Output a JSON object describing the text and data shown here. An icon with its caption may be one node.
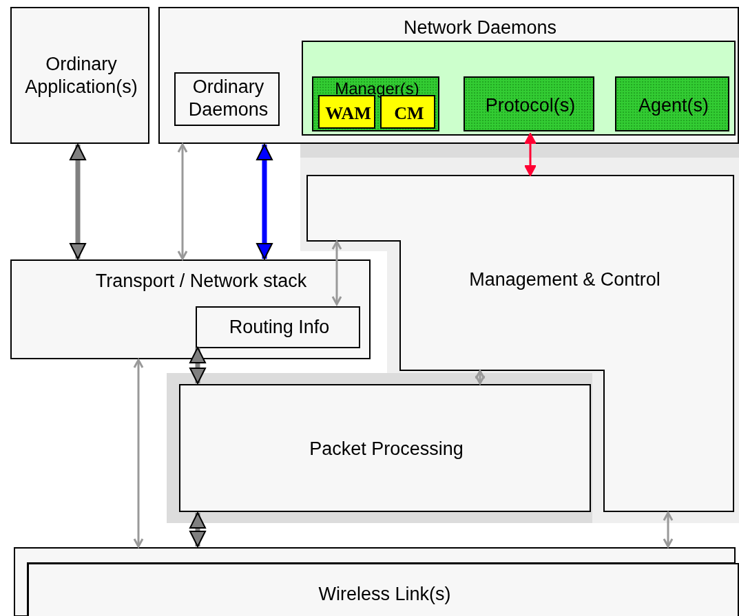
{
  "diagram": {
    "nodes": [
      {
        "text": [
          "Ordinary Application(s)"
        ]
      },
      {
        "text": [
          "Network Daemons"
        ]
      },
      {
        "text": [
          "Ordinary Daemons"
        ],
        "in": 1
      },
      {
        "text": [],
        "shape": "box",
        "in": 1
      },
      {
        "text": [
          "Manager(s)"
        ],
        "in": 3
      },
      {
        "text": [
          "WAM"
        ],
        "in": 4
      },
      {
        "text": [
          "CM"
        ],
        "in": 4
      },
      {
        "text": [
          "Protocol(s)"
        ],
        "in": 3
      },
      {
        "text": [
          "Agent(s)"
        ],
        "in": 3
      },
      {
        "text": [
          "Management & Control"
        ]
      },
      {
        "text": [
          "Transport / Network stack"
        ]
      },
      {
        "text": [
          "Routing Info"
        ],
        "in": 10
      },
      {
        "text": [
          "Packet Processing"
        ]
      },
      {
        "text": [],
        "shape": "box"
      },
      {
        "text": [
          "Wireless Link(s)"
        ]
      }
    ],
    "edges": [
      {
        "from": 0,
        "to": 10,
        "arrow": "both",
        "style": "thick",
        "color": "#808080"
      },
      {
        "from": 1,
        "to": 10,
        "arrow": "both"
      },
      {
        "from": 1,
        "to": 10,
        "arrow": "both",
        "style": "thick",
        "color": "#0000ff"
      },
      {
        "from": 3,
        "to": 9,
        "arrow": "both",
        "color": "#ff0033"
      },
      {
        "from": 9,
        "to": 11,
        "arrow": "both"
      },
      {
        "from": 11,
        "to": 12,
        "arrow": "both",
        "style": "thick",
        "color": "#808080"
      },
      {
        "from": 10,
        "to": 13,
        "arrow": "both"
      },
      {
        "from": 9,
        "to": 12,
        "arrow": "both"
      },
      {
        "from": 12,
        "to": 13,
        "arrow": "both",
        "style": "thick",
        "color": "#808080"
      },
      {
        "from": 9,
        "to": 13,
        "arrow": "both"
      }
    ]
  }
}
